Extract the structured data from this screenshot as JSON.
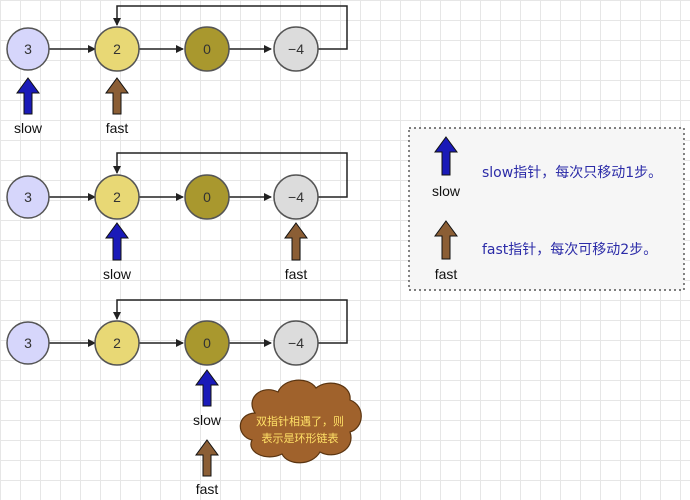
{
  "colors": {
    "node_3": "#d6d6fb",
    "node_2": "#e8d875",
    "node_0": "#a9982e",
    "node_neg4": "#dcdcdc",
    "slow_arrow": "#1a1ab8",
    "fast_arrow": "#8b5e35",
    "legend_text": "#2c2ca8",
    "cloud_fill": "#a0622c",
    "cloud_text": "#ffe066"
  },
  "rows": [
    {
      "nodes": [
        "3",
        "2",
        "0",
        "−4"
      ],
      "slow_label": "slow",
      "fast_label": "fast"
    },
    {
      "nodes": [
        "3",
        "2",
        "0",
        "−4"
      ],
      "slow_label": "slow",
      "fast_label": "fast"
    },
    {
      "nodes": [
        "3",
        "2",
        "0",
        "−4"
      ],
      "slow_label": "slow",
      "fast_label": "fast"
    }
  ],
  "legend": {
    "slow_label": "slow",
    "slow_desc": "slow指针，每次只移动1步。",
    "fast_label": "fast",
    "fast_desc": "fast指针，每次可移动2步。"
  },
  "cloud": {
    "line1": "双指针相遇了，则",
    "line2": "表示是环形链表"
  }
}
